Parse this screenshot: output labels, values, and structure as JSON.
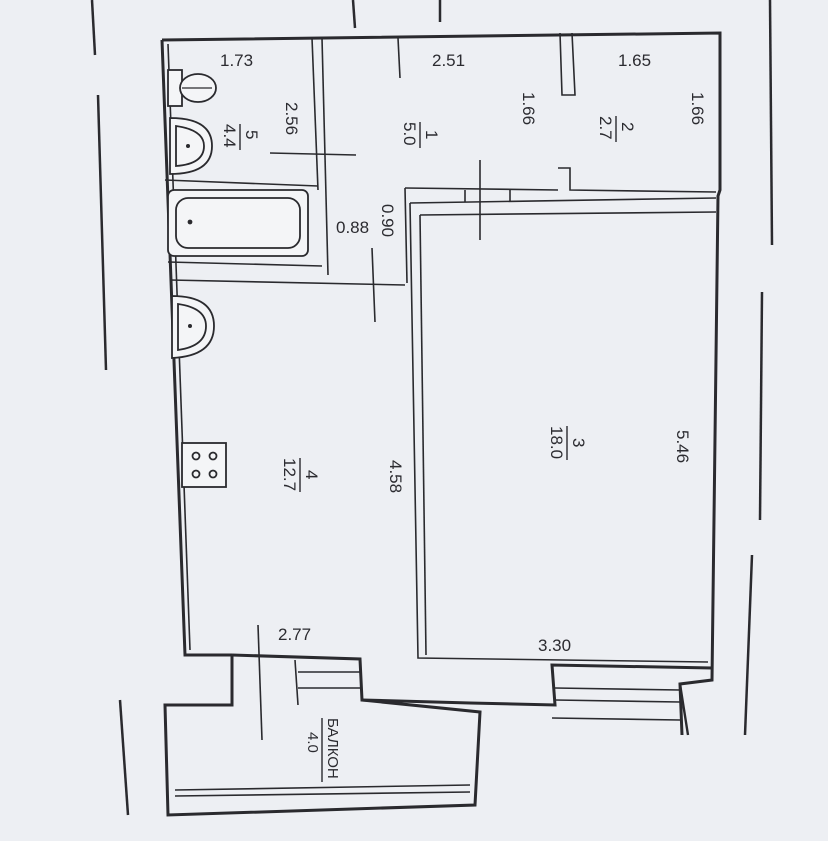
{
  "rooms": [
    {
      "number": "1",
      "area": "5.0"
    },
    {
      "number": "2",
      "area": "2.7"
    },
    {
      "number": "3",
      "area": "18.0"
    },
    {
      "number": "4",
      "area": "12.7"
    },
    {
      "number": "5",
      "area": "4.4"
    }
  ],
  "balcony": {
    "label": "БАЛКОН",
    "area": "4.0"
  },
  "dimensions": {
    "bath_width": "1.73",
    "hall_width": "2.51",
    "closet_width": "1.65",
    "bath_length": "2.56",
    "hall_length": "1.66",
    "closet_length": "1.66",
    "corridor_width": "0.88",
    "corridor_depth": "0.90",
    "kitchen_length": "4.58",
    "kitchen_width": "2.77",
    "living_width": "3.30",
    "living_length": "5.46"
  },
  "colors": {
    "paper": "#f4f5f7",
    "ink": "#2a2a2e"
  }
}
